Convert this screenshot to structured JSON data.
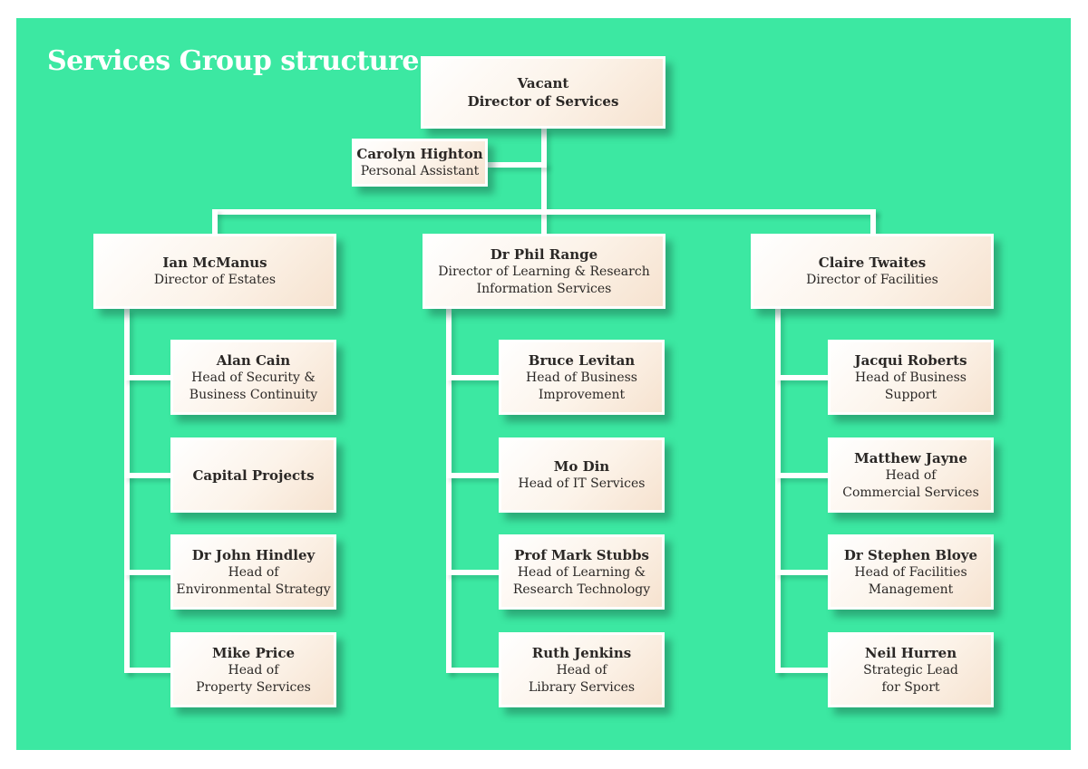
{
  "title": "Services Group structure",
  "colors": {
    "panel_background": "#3ce8a2",
    "box_fill_top": "#ffffff",
    "box_fill_bottom": "#f6e2cf",
    "box_border": "#ffffff",
    "connector": "#ffffff",
    "text": "#2b2826",
    "title_text": "#ffffff"
  },
  "org": {
    "root": {
      "name": "Vacant",
      "title": "Director of Services"
    },
    "assistant": {
      "name": "Carolyn Highton",
      "title": "Personal Assistant"
    },
    "branches": [
      {
        "director": {
          "name": "Ian McManus",
          "title": "Director of Estates"
        },
        "children": [
          {
            "name": "Alan Cain",
            "title": "Head of Security &\nBusiness Continuity"
          },
          {
            "name": "Capital Projects",
            "title": ""
          },
          {
            "name": "Dr John Hindley",
            "title": "Head of\nEnvironmental Strategy"
          },
          {
            "name": "Mike Price",
            "title": "Head of\nProperty Services"
          }
        ]
      },
      {
        "director": {
          "name": "Dr Phil Range",
          "title": "Director of Learning & Research\nInformation Services"
        },
        "children": [
          {
            "name": "Bruce Levitan",
            "title": "Head of Business\nImprovement"
          },
          {
            "name": "Mo Din",
            "title": "Head of IT Services"
          },
          {
            "name": "Prof Mark Stubbs",
            "title": "Head of Learning &\nResearch Technology"
          },
          {
            "name": "Ruth Jenkins",
            "title": "Head of\nLibrary Services"
          }
        ]
      },
      {
        "director": {
          "name": "Claire Twaites",
          "title": "Director of Facilities"
        },
        "children": [
          {
            "name": "Jacqui Roberts",
            "title": "Head of Business\nSupport"
          },
          {
            "name": "Matthew Jayne",
            "title": "Head of\nCommercial Services"
          },
          {
            "name": "Dr Stephen Bloye",
            "title": "Head of Facilities\nManagement"
          },
          {
            "name": "Neil Hurren",
            "title": "Strategic Lead\nfor Sport"
          }
        ]
      }
    ]
  }
}
